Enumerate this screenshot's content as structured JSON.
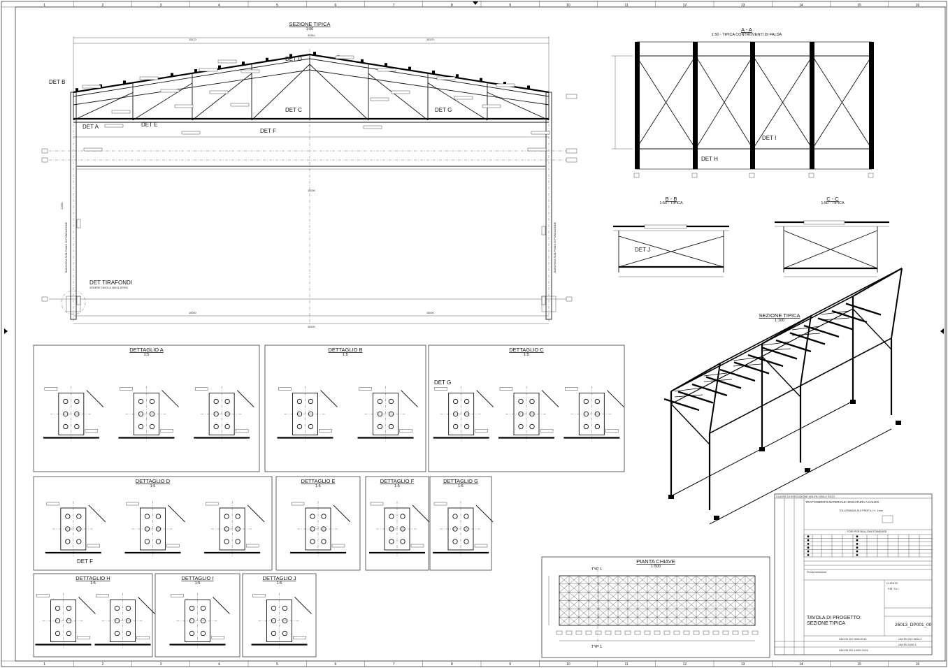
{
  "grid": {
    "columns": [
      "1",
      "2",
      "3",
      "4",
      "5",
      "6",
      "7",
      "8",
      "9",
      "10",
      "11",
      "12",
      "13",
      "14",
      "15",
      "16"
    ]
  },
  "main_section": {
    "title": "SEZIONE TIPICA",
    "scale": "1:50",
    "tags": [
      "DET B",
      "DET D",
      "DET A",
      "DET E",
      "DET C",
      "DET F",
      "DET G",
      "DET TIRAFONDI"
    ],
    "tirafondi_note": "VEDERE TAVOLA 26013-DP002"
  },
  "section_aa": {
    "title": "A - A",
    "scale": "1:50 - TIPICA CONTROVENTI DI FALDA",
    "tags": [
      "DET H",
      "DET I"
    ]
  },
  "section_bb": {
    "title": "B - B",
    "scale": "1:50 - TIPICA",
    "tags": [
      "DET J"
    ]
  },
  "section_cc": {
    "title": "C - C",
    "scale": "1:50 - TIPICA"
  },
  "iso_view": {
    "title": "SEZIONE TIPICA",
    "scale": "1:100"
  },
  "details": [
    {
      "title": "DETTAGLIO A",
      "scale": "1:5"
    },
    {
      "title": "DETTAGLIO B",
      "scale": "1:5"
    },
    {
      "title": "DETTAGLIO C",
      "scale": "1:5",
      "tag": "DET G"
    },
    {
      "title": "DETTAGLIO D",
      "scale": "1:5",
      "tag": "DET F"
    },
    {
      "title": "DETTAGLIO E",
      "scale": "1:5"
    },
    {
      "title": "DETTAGLIO F",
      "scale": "1:5"
    },
    {
      "title": "DETTAGLIO G",
      "scale": "1:5"
    },
    {
      "title": "DETTAGLIO H",
      "scale": "1:5"
    },
    {
      "title": "DETTAGLIO I",
      "scale": "1:5"
    },
    {
      "title": "DETTAGLIO J",
      "scale": "1:5"
    }
  ],
  "key_plan": {
    "title": "PIANTA CHIAVE",
    "scale": "1:500",
    "tags": [
      "TYP 1",
      "TYP 1"
    ]
  },
  "title_block": {
    "execution_class": "CLASSE DI ESECUZIONE UNI EN 1090-2: EXC2",
    "treatment": "TRATTAMENTO MATERIALE: ZINCATURA A CALDO",
    "tolerance": "TOLLERANZA SUI PROFILI +/- 1mm",
    "bolts_header": "FORI PER BULLONI STANDARD",
    "revision_note": "Prima emissione",
    "client_label": "CLIENTE:",
    "client_name": "P.M. S.r.l.",
    "drawing_title": "TAVOLA DI PROGETTO:",
    "drawing_subtitle": "SEZIONE TIPICA",
    "drawing_number": "26013_DP001_00",
    "cert_1": "UNI EN ISO 9001:2015",
    "cert_2": "UNI EN 1090-1",
    "cert_3": "UNI EN ISO 14001:2015",
    "cert_4": "UNI EN ISO 3834-2"
  },
  "colors": {
    "ink": "#111111",
    "paper": "#ffffff",
    "frame": "#000000"
  }
}
